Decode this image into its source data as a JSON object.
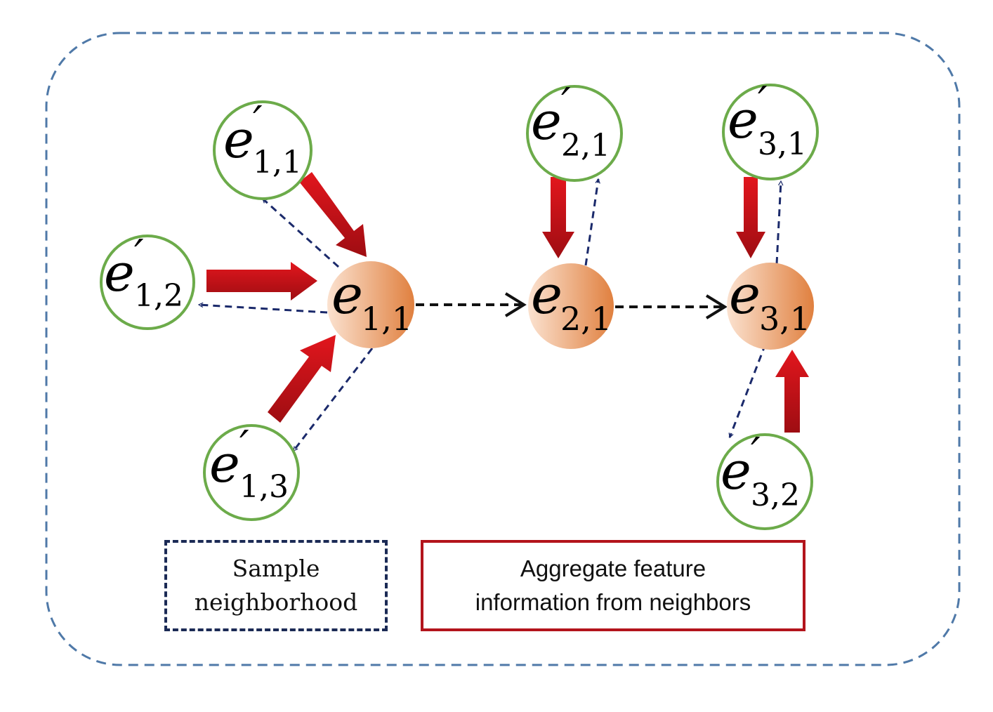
{
  "colors": {
    "frame": "#4f79a8",
    "neighbor_stroke": "#6cab4a",
    "center_fill_light": "#f9d8c1",
    "center_fill_dark": "#e28a4e",
    "aggregate_arrow": "#c3121a",
    "sample_arrow": "#1b2a6b",
    "flow_arrow": "#111111"
  },
  "centers": [
    {
      "base": "e",
      "sub": "1,1"
    },
    {
      "base": "e",
      "sub": "2,1"
    },
    {
      "base": "e",
      "sub": "3,1"
    }
  ],
  "neighbors": [
    {
      "base": "e",
      "prime": "′",
      "sub": "1,1"
    },
    {
      "base": "e",
      "prime": "′",
      "sub": "1,2"
    },
    {
      "base": "e",
      "prime": "′",
      "sub": "1,3"
    },
    {
      "base": "e",
      "prime": "′",
      "sub": "2,1"
    },
    {
      "base": "e",
      "prime": "′",
      "sub": "3,1"
    },
    {
      "base": "e",
      "prime": "′",
      "sub": "3,2"
    }
  ],
  "legend": {
    "sample": {
      "line1": "Sample",
      "line2": "neighborhood"
    },
    "aggregate": {
      "line1": "Aggregate feature",
      "line2": "information from neighbors"
    }
  }
}
